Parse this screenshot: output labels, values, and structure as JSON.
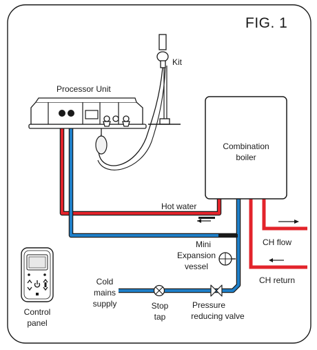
{
  "figure_label": "FIG. 1",
  "labels": {
    "kit": "Kit",
    "processor_unit": "Processor Unit",
    "boiler_line1": "Combination",
    "boiler_line2": "boiler",
    "hot_water": "Hot water",
    "mini_exp_line1": "Mini",
    "mini_exp_line2": "Expansion",
    "mini_exp_line3": "vessel",
    "ch_flow": "CH flow",
    "ch_return": "CH return",
    "cold_line1": "Cold",
    "cold_line2": "mains",
    "cold_line3": "supply",
    "stop_line1": "Stop",
    "stop_line2": "tap",
    "prv_line1": "Pressure",
    "prv_line2": "reducing valve",
    "control_line1": "Control",
    "control_line2": "panel"
  },
  "colors": {
    "hot_pipe": "#e3242b",
    "cold_pipe": "#1f7fc8",
    "outline": "#1a1a1a"
  },
  "icons": {
    "power": "power-icon",
    "arrow_up": "arrow-up-icon",
    "arrow_down": "arrow-down-icon"
  }
}
